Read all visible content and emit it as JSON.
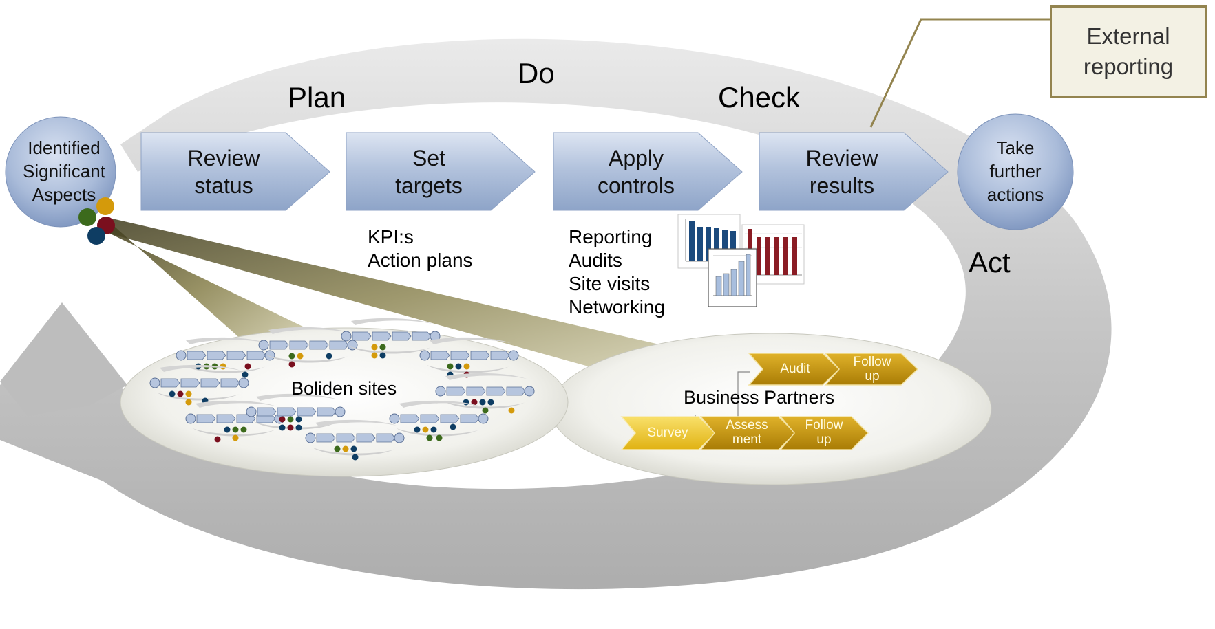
{
  "phases": {
    "plan": "Plan",
    "do": "Do",
    "check": "Check",
    "act": "Act"
  },
  "start_circle": {
    "lines": [
      "Identified",
      "Significant",
      "Aspects"
    ]
  },
  "end_circle": {
    "lines": [
      "Take",
      "further",
      "actions"
    ]
  },
  "steps": [
    {
      "lines": [
        "Review",
        "status"
      ]
    },
    {
      "lines": [
        "Set",
        "targets"
      ]
    },
    {
      "lines": [
        "Apply",
        "controls"
      ]
    },
    {
      "lines": [
        "Review",
        "results"
      ]
    }
  ],
  "external_reporting": {
    "lines": [
      "External",
      "reporting"
    ]
  },
  "targets_notes": [
    "KPI:s",
    "Action plans"
  ],
  "controls_notes": [
    "Reporting",
    "Audits",
    "Site visits",
    "Networking"
  ],
  "sites_label": "Boliden sites",
  "partners_label": "Business Partners",
  "partner_steps": {
    "survey": "Survey",
    "assessment": [
      "Assess",
      "ment"
    ],
    "follow_up_lower": [
      "Follow",
      "up"
    ],
    "audit": "Audit",
    "follow_up_upper": [
      "Follow",
      "up"
    ]
  },
  "aspect_dot_colors": [
    "#d49a0b",
    "#3c6a1c",
    "#7a0f1e",
    "#0e3d63"
  ],
  "colors": {
    "step_fill": "#a9bad6",
    "circle_fill": "#a3b6d6",
    "partner_gold": "#c99a0b",
    "partner_light": "#efc93a",
    "box_border": "#93844f",
    "chart_blue": "#1b4a7d",
    "chart_red": "#8a1c24",
    "chart_light": "#a8bede"
  }
}
